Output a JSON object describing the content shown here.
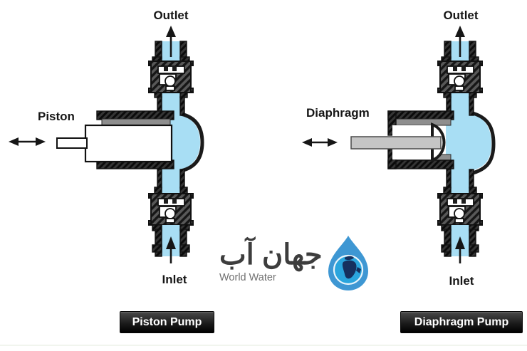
{
  "colors": {
    "fluid": "#a8def4",
    "wall": "#343434",
    "liner": "#8e8e8e",
    "rod": "#c5c5c5",
    "ink": "#161616",
    "caption_top": "#4a4a4a",
    "caption_bottom": "#000000",
    "caption_text": "#ffffff",
    "drop": "#3e97d3",
    "globe_ocean": "#2aa5dd",
    "globe_land": "#16305e",
    "globe_ring": "#e8f4fb",
    "brand_text": "#3d3d3d",
    "subtitle_text": "#707070",
    "baseline": "#edf2ea"
  },
  "pumps": [
    {
      "caption": "Piston Pump",
      "outlet": "Outlet",
      "inlet": "Inlet",
      "part": "Piston"
    },
    {
      "caption": "Diaphragm Pump",
      "outlet": "Outlet",
      "inlet": "Inlet",
      "part": "Diaphragm"
    }
  ],
  "logo": {
    "brand": "جهان آب",
    "subtitle": "World Water"
  }
}
